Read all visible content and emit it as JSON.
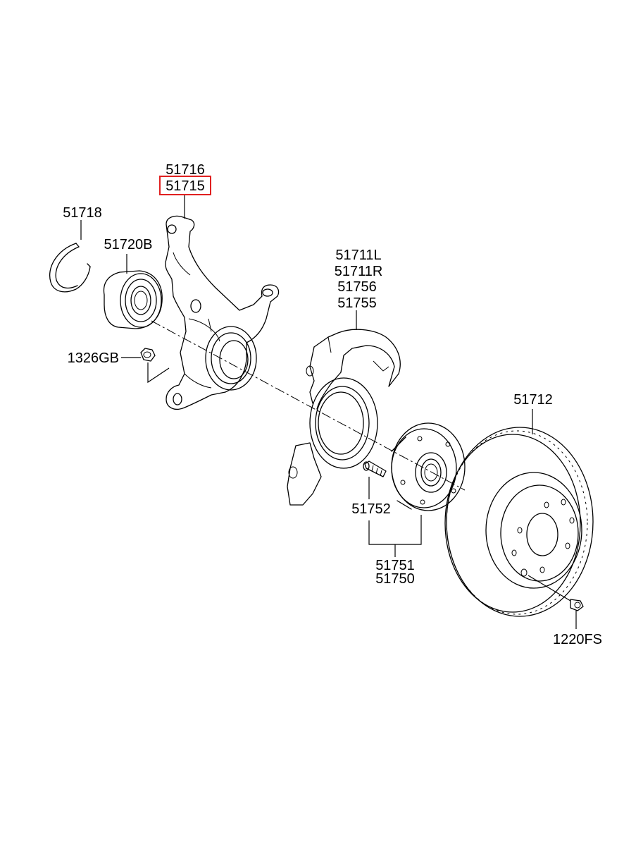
{
  "colors": {
    "highlight": "#e02020",
    "ink": "#000000",
    "background": "#ffffff"
  },
  "labels": {
    "p51716": "51716",
    "p51715": "51715",
    "p51718": "51718",
    "p51720b": "51720B",
    "p1326gb": "1326GB",
    "p51711l": "51711L",
    "p51711r": "51711R",
    "p51756": "51756",
    "p51755": "51755",
    "p51712": "51712",
    "p51752": "51752",
    "p51751": "51751",
    "p51750": "51750",
    "p1220fs": "1220FS"
  },
  "highlighted_part": "51715"
}
